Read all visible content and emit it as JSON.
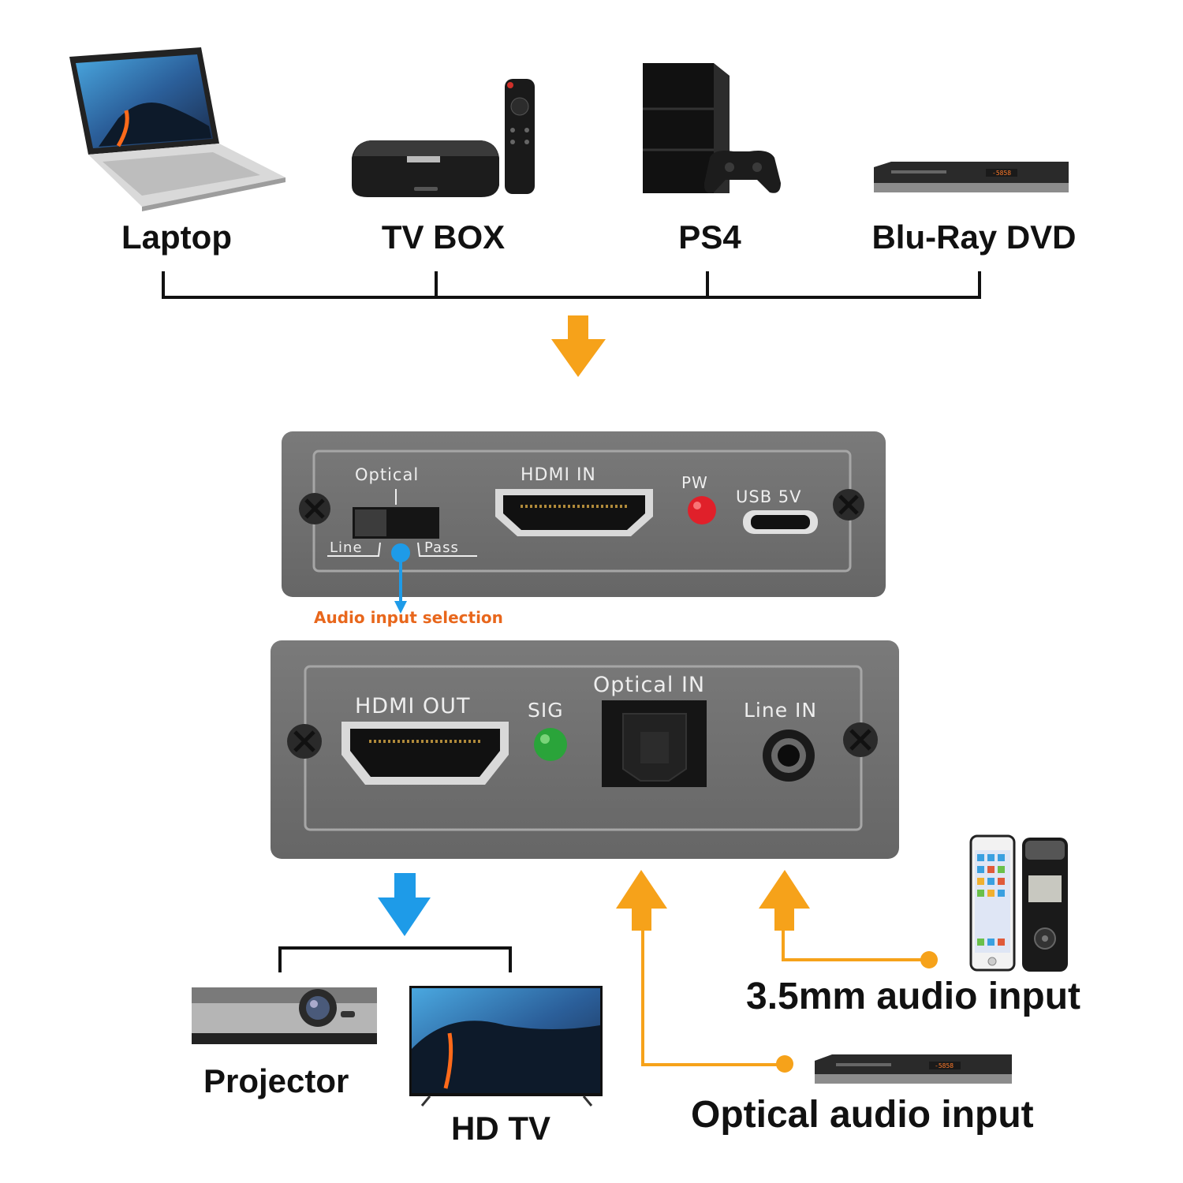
{
  "sources": {
    "laptop": "Laptop",
    "tv_box": "TV BOX",
    "ps4": "PS4",
    "bluray": "Blu-Ray DVD"
  },
  "input_panel": {
    "optical": "Optical",
    "line": "Line",
    "pass": "Pass",
    "hdmi_in": "HDMI IN",
    "pw": "PW",
    "usb": "USB 5V"
  },
  "switch_note": "Audio input selection",
  "output_panel": {
    "hdmi_out": "HDMI OUT",
    "sig": "SIG",
    "optical_in": "Optical IN",
    "line_in": "Line IN"
  },
  "outputs": {
    "projector": "Projector",
    "hdtv": "HD TV"
  },
  "audio_inputs": {
    "analog": "3.5mm audio input",
    "optical": "Optical audio input"
  },
  "colors": {
    "arrow_orange": "#f6a21a",
    "arrow_blue": "#1e9be8",
    "panel_gray": "#6f6f6f",
    "note_orange": "#e8671c",
    "led_red": "#e0202a",
    "led_green": "#2aa43a"
  }
}
